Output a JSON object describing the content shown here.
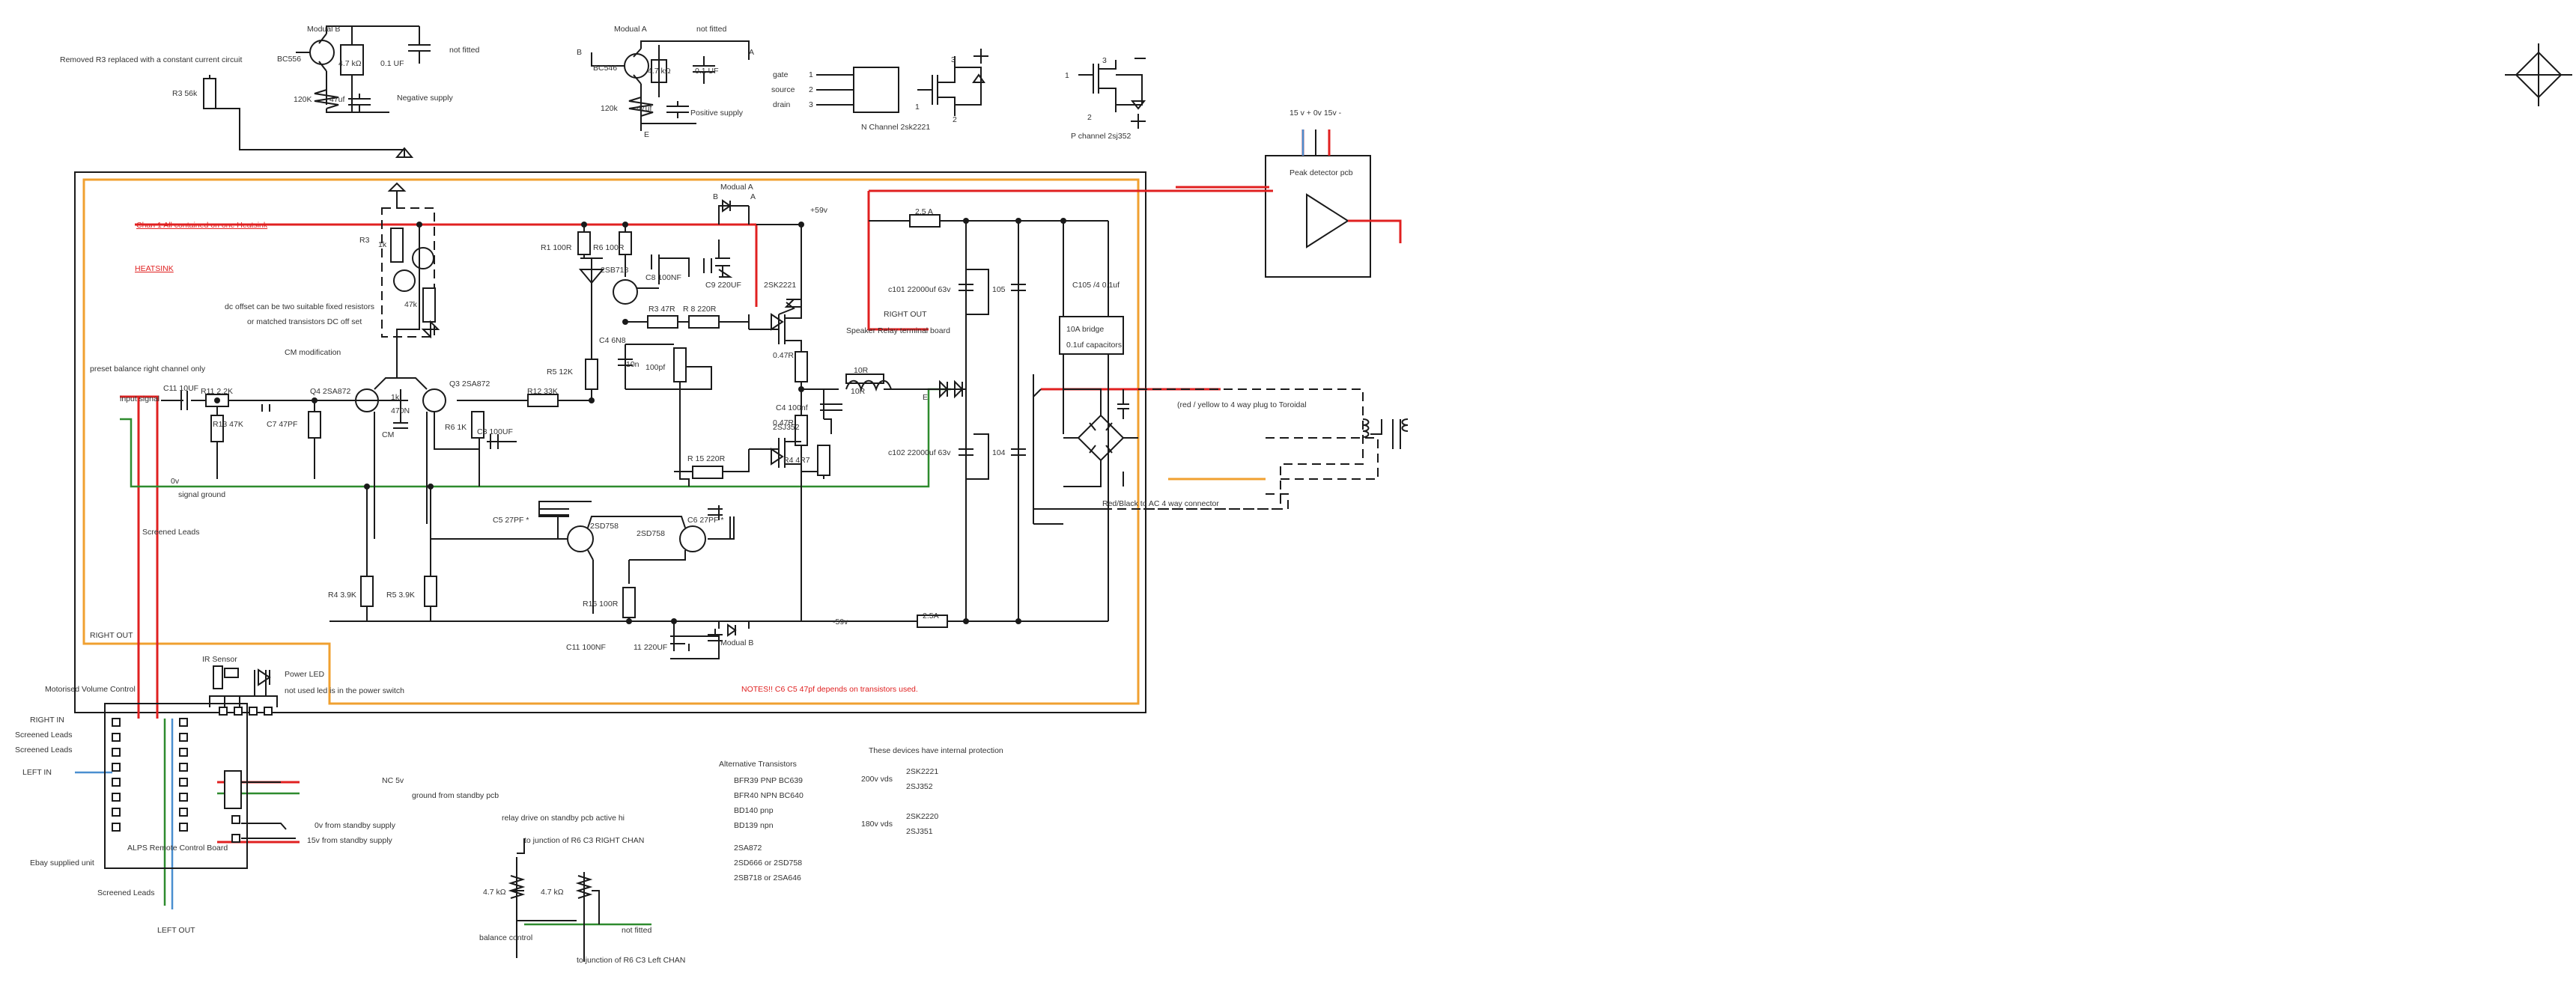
{
  "colors": {
    "wire": "#1a1a1a",
    "positive_rail": "#e02020",
    "ground": "#2e8b2e",
    "chassis": "#f0a030",
    "signal_left": "#4a8fd0"
  },
  "texts": {
    "mod_b_top": "Modual B",
    "bc556": "BC556",
    "r_47k_top_b": "4.7 kΩ",
    "c_01uf_b": "0.1 UF",
    "not_fitted_b": "not fitted",
    "r120k_b": "120K",
    "c47uf_b": "47uf",
    "neg_supply": "Negative supply",
    "removed_r3": "Removed R3 replaced with a constant current circuit",
    "r3_56k": "R3 56k",
    "mod_a_top": "Modual A",
    "not_fitted_a": "not fitted",
    "b_a": "B",
    "a_a": "A",
    "bc546": "BC546",
    "r_47k_a": "4.7 kΩ",
    "c_01uf_a": "0.1 UF",
    "r120k_a": "120k",
    "c47uf_a": "47uf",
    "pos_supply": "Positive supply",
    "e_a": "E",
    "gate": "gate",
    "source": "source",
    "drain": "drain",
    "pin1": "1",
    "pin2": "2",
    "pin3": "3",
    "nch": "N Channel 2sk2221",
    "pch": "P channel 2sj352",
    "pin1p": "1",
    "pin2p": "2",
    "pin3p": "3",
    "pin1n": "1",
    "pin2n": "2",
    "pin3n": "3",
    "supply_pins": "15 v + 0v  15v -",
    "peak_detector": "Peak detector pcb",
    "chan1": "Chan 1   All contained on one Heatsink",
    "heatsink": "HEATSINK",
    "r3": "R3",
    "r_1k_top": "1k",
    "r_47k_dc": "47k",
    "dc_offset1": "dc offset can be two suitable fixed resistors",
    "dc_offset2": "or matched transistors   DC off set",
    "cm_mod": "CM  modification",
    "preset_bal": "preset balance right channel only",
    "input_signal": "input signal",
    "c11_10uf": "C11  10UF",
    "r11_22k": "R11  2.2K",
    "r13_47k": "R13 47K",
    "c7_47pf": "C7  47PF",
    "q4": "Q4 2SA872",
    "r_1k_mid": "1k",
    "r_470n": "470N",
    "q3": "Q3 2SA872",
    "cm": "CM",
    "r6_1k": "R6 1K",
    "c3_100uf": "C3  100UF",
    "r12_33k": "R12 33K",
    "r5_12k": "R5 12K",
    "c_6n8": "C4  6N8",
    "c10n": "10n",
    "c_100pf_mid": "100pf",
    "r1_100r": "R1  100R",
    "r6_100r": "R6 100R",
    "t_2sb718": "2SB718",
    "c8_100nf": "C8 100NF",
    "c9_220uf": "C9 220UF",
    "r3_47r": "R3  47R",
    "r8_220r": "R 8  220R",
    "mod_a_mid": "Modual A",
    "b_mid": "B",
    "a_mid": "A",
    "plus59": "+59v",
    "t_2sk2221": "2SK2221",
    "r_047_top": "0.47R",
    "r_047_bot": "0.47R",
    "c4_100nf": "C4 100nf",
    "r_10r": "10R",
    "t_2sj352": "2SJ352",
    "r15_220r": "R 15  220R",
    "r4_4r7": "R4  4R7",
    "zero_v": "0v",
    "signal_ground": "signal ground",
    "screened_leads_mid": "Screened Leads",
    "c5_27pf": "C5  27PF *",
    "t_2sd758_1": "2SD758",
    "t_2sd758_2": "2SD758",
    "c6_27pf": "C6  27PF *",
    "r4_39k": "R4 3.9K",
    "r5_39k": "R5 3.9K",
    "r16_100r": "R16 100R",
    "c11_100nf": "C11 100NF",
    "c_220uf_bot": "11  220UF",
    "mod_b_bot": "Modual B",
    "minus59": "-59v",
    "fuse_top": "2.5 A",
    "fuse_bot": "2.5A",
    "right_out_box": "RIGHT OUT",
    "notes": "NOTES!! C6 C5 47pf depends on transistors used.",
    "right_out_pcb": "RIGHT OUT",
    "speaker_relay": "Speaker Relay terminal board",
    "e_relay": "E",
    "c101": "c101  22000uf 63v",
    "c105": "105",
    "c105b": "C105 /4   0.1uf",
    "bridge1": "10A bridge",
    "bridge2": "0.1uf  capacitors",
    "c102": "c102  22000uf 63v",
    "c104": "104",
    "red_yellow": "(red / yellow to 4 way plug to Toroidal",
    "black_ac": "Red/Black to AC 4 way connector",
    "ir_sensor": "IR Sensor",
    "power_led": "Power LED",
    "not_used": "not used  led is in the power switch",
    "motorised": "Motorised Volume Control",
    "right_in": "RIGHT IN",
    "screened1": "Screened Leads",
    "screened2": "Screened Leads",
    "left_in": "LEFT IN",
    "nc_5v": "NC    5v",
    "gnd_standby": "ground from standby  pcb",
    "relay_drive": "relay drive on standby pcb active hi",
    "zero_standby": "0v  from standby supply",
    "v15_standby": "15v  from standby supply",
    "alps": "ALPS Remote Control Board",
    "ebay": "Ebay supplied unit",
    "screened3": "Screened Leads",
    "left_out": "LEFT OUT",
    "r6c3_right": "to junction of R6 C3 RIGHT CHAN",
    "r_47k_bal1": "4.7 kΩ",
    "r_47k_bal2": "4.7 kΩ",
    "not_fitted_bal": "not fitted",
    "balance": "balance control",
    "r6c3_left": "to junction of R6 C3 Left  CHAN",
    "alt_title": "Alternative Transistors",
    "alt1": "BFR39 PNP BC639",
    "alt2": "BFR40 NPN BC640",
    "alt3": "BD140 pnp",
    "alt4": "BD139 npn",
    "alt5": "2SA872",
    "alt6": "2SD666 or 2SD758",
    "alt7": "2SB718 or 2SA646",
    "protect": "These devices have internal protection",
    "v200": "200v  vds",
    "pk2221": "2SK2221",
    "pj352": "2SJ352",
    "v180": "180v  vds",
    "pk2220": "2SK2220",
    "pj351": "2SJ351"
  }
}
